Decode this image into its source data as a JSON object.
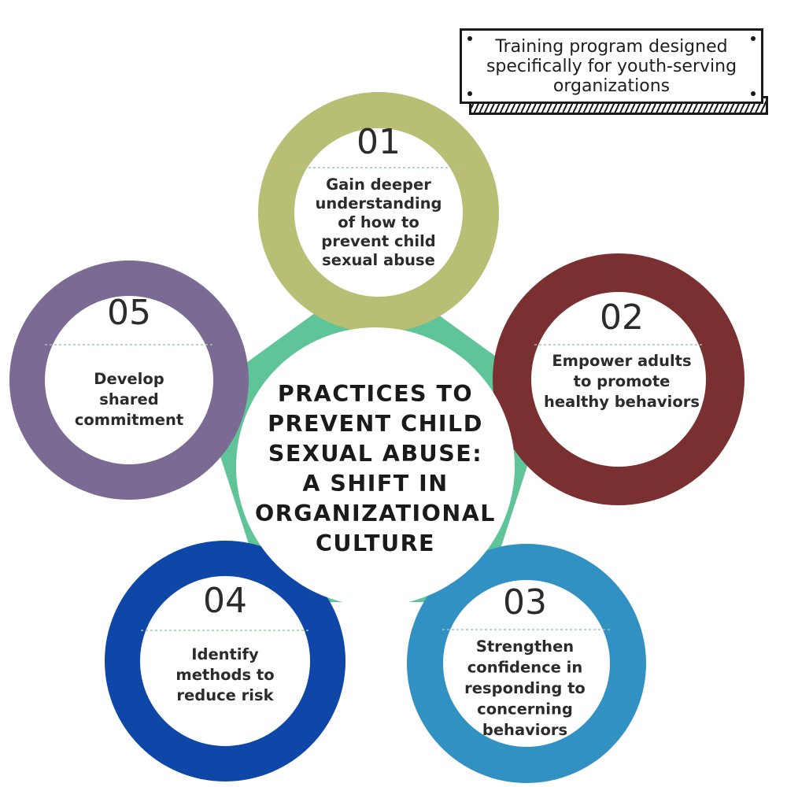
{
  "banner": {
    "text": "Training program designed specifically for youth-serving organizations"
  },
  "center": {
    "lines": [
      "PRACTICES TO",
      "PREVENT CHILD",
      "SEXUAL ABUSE:",
      "A SHIFT IN",
      "ORGANIZATIONAL",
      "CULTURE"
    ]
  },
  "steps": [
    {
      "num": "01",
      "color": "#b8be74",
      "lines": [
        "Gain deeper",
        "understanding",
        "of how to",
        "prevent child",
        "sexual abuse"
      ]
    },
    {
      "num": "02",
      "color": "#7a3030",
      "lines": [
        "Empower adults",
        "to promote",
        "healthy behaviors"
      ]
    },
    {
      "num": "03",
      "color": "#3191c3",
      "lines": [
        "Strengthen",
        "confidence in",
        "responding to",
        "concerning",
        "behaviors"
      ]
    },
    {
      "num": "04",
      "color": "#0e47a7",
      "lines": [
        "Identify",
        "methods to",
        "reduce risk"
      ]
    },
    {
      "num": "05",
      "color": "#7b6a93",
      "lines": [
        "Develop",
        "shared",
        "commitment"
      ]
    }
  ],
  "colors": {
    "pentagon": "#5fc497",
    "text": "#2b2b2b",
    "divider": "#9dc9a9",
    "background": "#ffffff"
  }
}
